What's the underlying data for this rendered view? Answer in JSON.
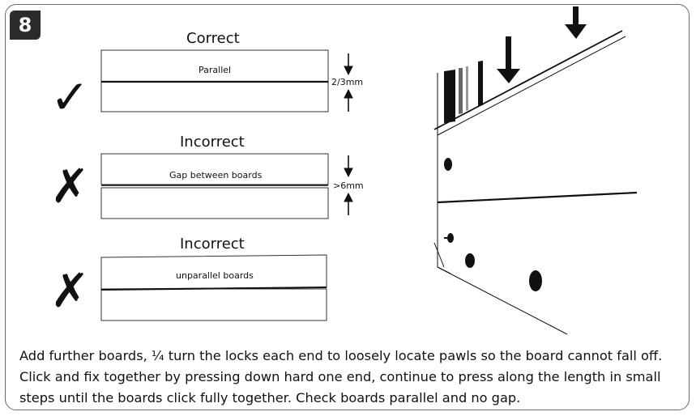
{
  "step": {
    "number": "8"
  },
  "panels": [
    {
      "heading": "Correct",
      "caption": "Parallel",
      "measurement": "2/3mm",
      "mark": "✓"
    },
    {
      "heading": "Incorrect",
      "caption": "Gap between boards",
      "measurement": ">6mm",
      "mark": "✗"
    },
    {
      "heading": "Incorrect",
      "caption": "unparallel boards",
      "mark": "✗"
    }
  ],
  "instructions": "Add further boards, ¼ turn the locks each end to loosely locate pawls so the board cannot fall off. Click and fix together by pressing down hard one end, continue to press along the length in small steps until the boards click fully together. Check boards parallel and no gap.",
  "colors": {
    "ink": "#111111",
    "frame": "#6a6a6a",
    "badge": "#2b2b2b"
  }
}
